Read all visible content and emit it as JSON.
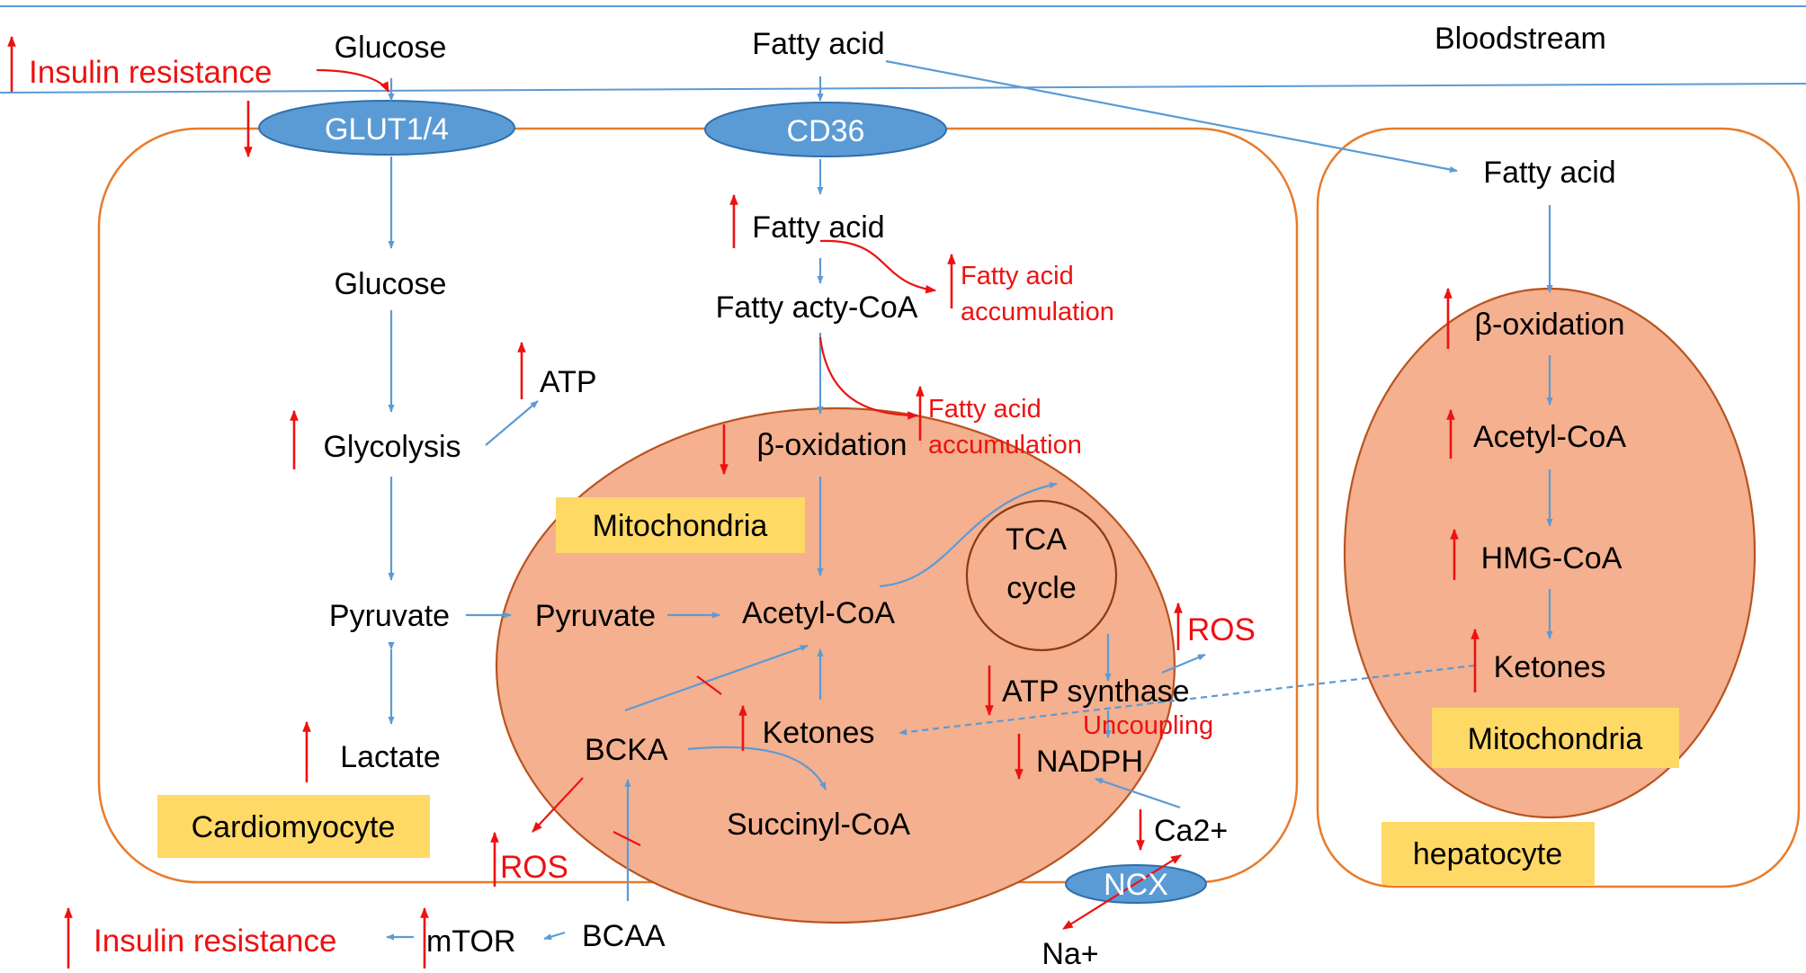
{
  "labels": {
    "bloodstream": "Bloodstream",
    "glucose_blood": "Glucose",
    "fatty_acid_blood": "Fatty acid",
    "insulin_resistance_top": "Insulin resistance",
    "glut": "GLUT1/4",
    "cd36": "CD36",
    "glucose_cell": "Glucose",
    "fatty_acid_cell": "Fatty acid",
    "fatty_acyl_coa": "Fatty acty-CoA",
    "fa_accum1_line1": "Fatty acid",
    "fa_accum1_line2": "accumulation",
    "fa_accum2_line1": "Fatty acid",
    "fa_accum2_line2": "accumulation",
    "atp": "ATP",
    "glycolysis": "Glycolysis",
    "beta_oxidation_cardio": "β-oxidation",
    "mitochondria_cardio": "Mitochondria",
    "tca_line1": "TCA",
    "tca_line2": "cycle",
    "pyruvate_cyto": "Pyruvate",
    "pyruvate_mito": "Pyruvate",
    "acetyl_coa_cardio": "Acetyl-CoA",
    "ros_mito": "ROS",
    "atp_synthase": "ATP synthase",
    "uncoupling": "Uncoupling",
    "lactate": "Lactate",
    "bcka": "BCKA",
    "ketones_cardio": "Ketones",
    "nadph": "NADPH",
    "cardiomyocyte": "Cardiomyocyte",
    "succinyl_coa": "Succinyl-CoA",
    "ca2": "Ca2+",
    "ros_cyto": "ROS",
    "ncx": "NCX",
    "insulin_resistance_bottom": "Insulin resistance",
    "mtor": "mTOR",
    "bcaa": "BCAA",
    "na": "Na+",
    "fatty_acid_hep": "Fatty acid",
    "beta_oxidation_hep": "β-oxidation",
    "acetyl_coa_hep": "Acetyl-CoA",
    "hmg_coa": "HMG-CoA",
    "ketones_hep": "Ketones",
    "mitochondria_hep": "Mitochondria",
    "hepatocyte": "hepatocyte"
  },
  "colors": {
    "membrane": "#e97b2a",
    "mitochondrion_fill": "#f4b08f",
    "transporter": "#5b9bd5",
    "arrow_blue": "#5b9bd5",
    "arrow_red": "#ee1111",
    "label_box": "#ffd966"
  }
}
